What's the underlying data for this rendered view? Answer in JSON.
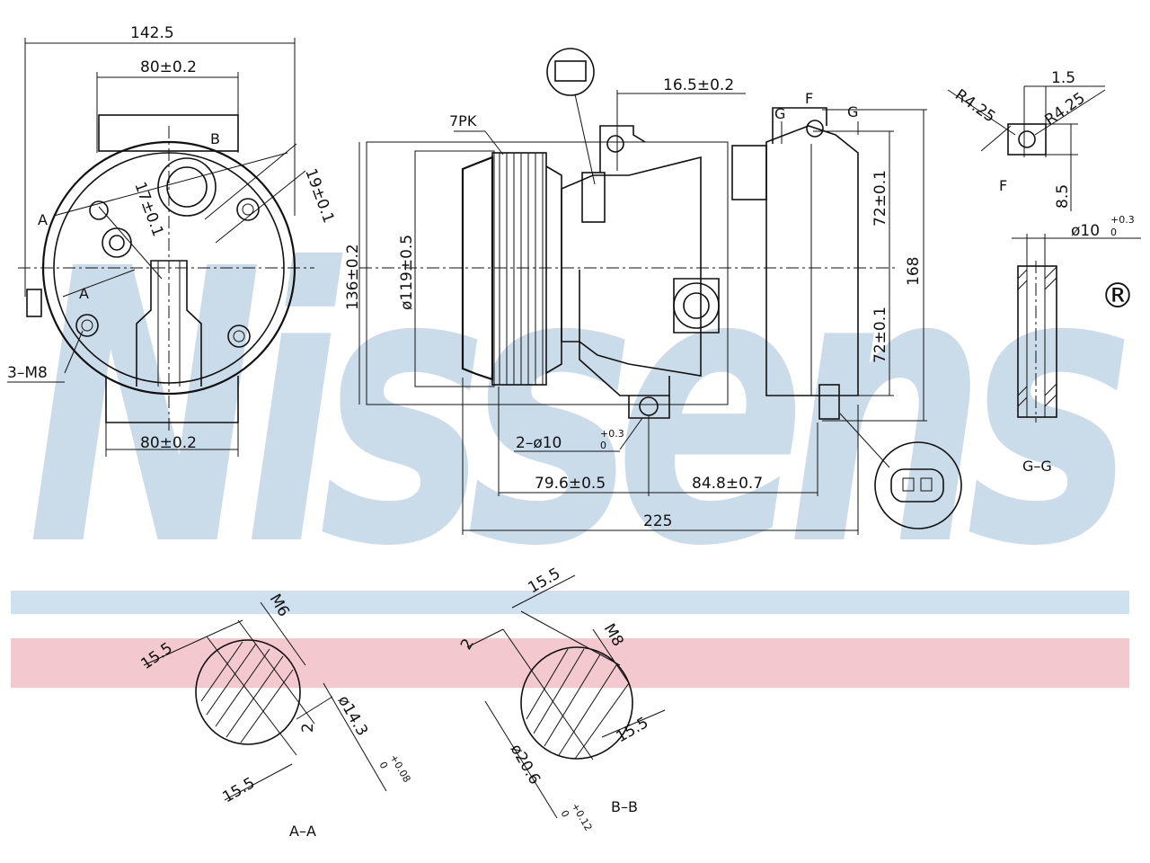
{
  "watermark": {
    "brand": "Nissens",
    "registered_mark": "®",
    "color": "#b9cfe3",
    "band_blue": "#cfe0ee",
    "band_red": "#f3c9cf"
  },
  "front_view": {
    "width_overall": "142.5",
    "width_top": "80±0.2",
    "width_bottom": "80±0.2",
    "thread_label": "3–M8",
    "section_marks": [
      "A",
      "A",
      "B"
    ],
    "dim_diag_1": "17±0.1",
    "dim_diag_2": "19±0.1"
  },
  "side_view": {
    "belt_label": "7PK",
    "pulley_dia": "ø119±0.5",
    "height_136": "136±0.2",
    "offset_top": "16.5±0.2",
    "mount_holes": "2–ø10",
    "mount_holes_tol_upper": "+0.3",
    "mount_holes_tol_lower": "0",
    "len_a": "79.6±0.5",
    "len_b": "84.8±0.7",
    "len_total": "225",
    "height_168": "168",
    "half_upper": "72±0.1",
    "half_lower": "72±0.1",
    "section_marks": [
      "G",
      "F",
      "G"
    ]
  },
  "detail_f": {
    "r_left": "R4.25",
    "r_right": "R4.25",
    "width": "1.5",
    "height": "8.5",
    "mark": "F"
  },
  "section_gg": {
    "dia": "ø10",
    "dia_tol_upper": "+0.3",
    "dia_tol_lower": "0",
    "title": "G–G"
  },
  "section_aa": {
    "d1": "15.5",
    "d2": "M6",
    "d3": "2",
    "d4": "15.5",
    "dia": "ø14.3",
    "dia_tol_upper": "+0.08",
    "dia_tol_lower": "0",
    "title": "A–A"
  },
  "section_bb": {
    "d1": "15.5",
    "d2": "2",
    "d3": "M8",
    "d4": "15.5",
    "dia": "ø20.6",
    "dia_tol_upper": "+0.12",
    "dia_tol_lower": "0",
    "title": "B–B"
  }
}
